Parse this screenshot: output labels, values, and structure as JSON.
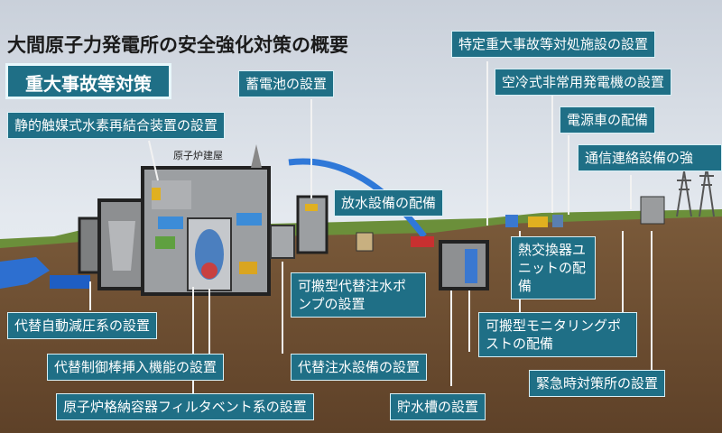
{
  "title": "大間原子力発電所の安全強化対策の概要",
  "main_heading": "重大事故等対策",
  "building_label": "原子炉建屋",
  "labels": {
    "recombiner": "静的触媒式水素再結合装置の設置",
    "battery": "蓄電池の設置",
    "spray": "放水設備の配備",
    "facility": "特定重大事故等対処施設の設置",
    "air_cooled_gen": "空冷式非常用発電機の設置",
    "power_vehicle": "電源車の配備",
    "comm": "通信連絡設備の強",
    "heat_exchanger": "熱交換器ユニットの配備",
    "portable_pump": "可搬型代替注水ポンプの設置",
    "monitoring_post": "可搬型モニタリングポストの配備",
    "depressurization": "代替自動減圧系の設置",
    "control_rod": "代替制御棒挿入機能の設置",
    "water_injection": "代替注水設備の設置",
    "emergency_office": "緊急時対策所の設置",
    "filter_vent": "原子炉格納容器フィルタベント系の設置",
    "water_tank": "貯水槽の設置"
  }
}
